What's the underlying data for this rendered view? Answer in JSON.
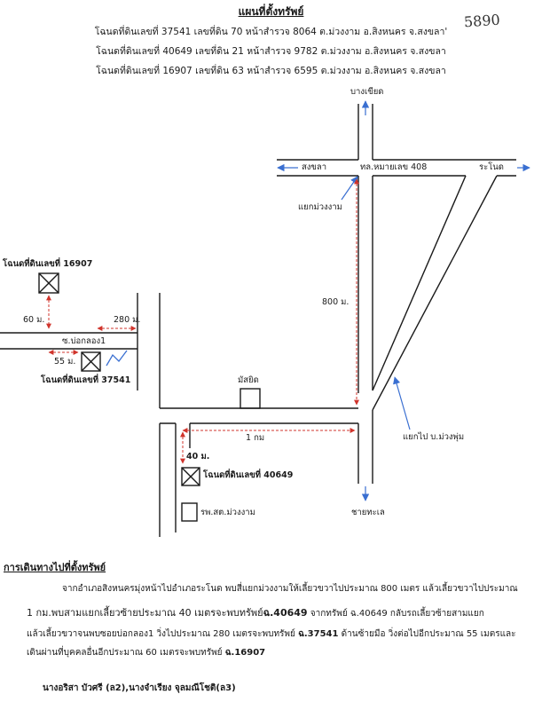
{
  "header": {
    "title": "แผนที่ตั้งทรัพย์",
    "lines": [
      "โฉนดที่ดินเลขที่ 37541 เลขที่ดิน 70 หน้าสำรวจ 8064 ต.ม่วงงาม อ.สิงหนคร จ.สงขลา'",
      "โฉนดที่ดินเลขที่ 40649 เลขที่ดิน 21 หน้าสำรวจ 9782 ต.ม่วงงาม อ.สิงหนคร จ.สงขลา",
      "โฉนดที่ดินเลขที่ 16907 เลขที่ดิน 63 หน้าสำรวจ 6595 ต.ม่วงงาม อ.สิงหนคร จ.สงขลา"
    ],
    "handwritten_number": "5890"
  },
  "map": {
    "north_label": "บางเขียด",
    "west_label": "สงขลา",
    "highway_label": "ทล.หมายเลข 408",
    "east_label": "ระโนด",
    "junction_label": "แยกม่วงงาม",
    "distance_800": "800 ม.",
    "mosque_label": "มัสยิด",
    "distance_1km": "1 กม",
    "distance_40": "40 ม.",
    "parcel_40649_label": "โฉนดที่ดินเลขที่ 40649",
    "hospital_label": "รพ.สต.ม่วงงาม",
    "south_label": "ชายทะเล",
    "branch_label": "แยกไป บ.ม่วงพุ่ม",
    "parcel_16907_label": "โฉนดที่ดินเลขที่ 16907",
    "distance_60": "60 ม.",
    "distance_280": "280 ม.",
    "soi_label": "ซ.บ่อกลอง1",
    "distance_55": "55 ม.",
    "parcel_37541_label": "โฉนดที่ดินเลขที่ 37541"
  },
  "directions": {
    "heading": "การเดินทางไปที่ตั้งทรัพย์",
    "line1": "จากอำเภอสิงหนครมุ่งหน้าไปอำเภอระโนด พบสี่แยกม่วงงามให้เลี้ยวขวาไปประมาณ 800 เมตร แล้วเลี้ยวขวาไปประมาณ",
    "line2_a": "1 กม.พบสามแยกเลี้ยวซ้ายประมาณ 40 เมตรจะพบทรัพย์",
    "line2_b": "ฉ.40649",
    "line2_c": " จากทรัพย์ ฉ.40649 กลับรถเลี้ยวซ้ายสามแยก",
    "line3_a": "แล้วเลี้ยวขวาจนพบซอยบ่อกลอง1 วิ่งไปประมาณ 280 เมตรจะพบทรัพย์ ",
    "line3_b": "ฉ.37541",
    "line3_c": " ด้านซ้ายมือ วิ่งต่อไปอีกประมาณ 55 เมตรและ",
    "line4_a": "เดินผ่านที่บุคคลอื่นอีกประมาณ 60 เมตรจะพบทรัพย์ ",
    "line4_b": "ฉ.16907"
  },
  "signature": {
    "text": "นางอริสา  บัวศรี (ล2),นางจำเรียง จุลมณีโชติ(ล3)"
  },
  "colors": {
    "ink": "#1a1a1a",
    "arrow_blue": "#3a6fd1",
    "dash_red": "#d0342c"
  }
}
